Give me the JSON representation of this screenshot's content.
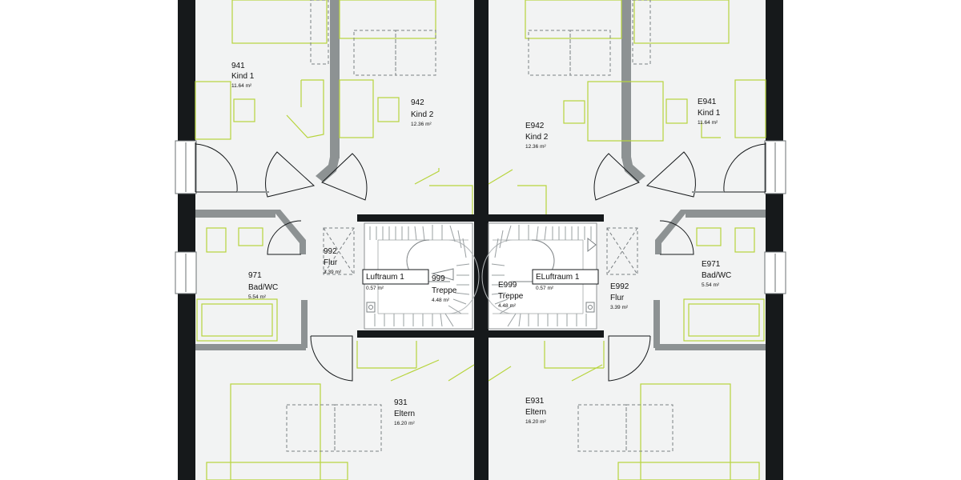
{
  "rooms": {
    "l_kind1": {
      "num": "941",
      "name": "Kind 1",
      "area": "11.64 m²"
    },
    "l_kind2": {
      "num": "942",
      "name": "Kind 2",
      "area": "12.36 m²"
    },
    "l_flur": {
      "num": "992",
      "name": "Flur",
      "area": "3.39 m²"
    },
    "l_bad": {
      "num": "971",
      "name": "Bad/WC",
      "area": "5.54 m²"
    },
    "l_treppe": {
      "num": "999",
      "name": "Treppe",
      "area": "4.48 m²"
    },
    "l_eltern": {
      "num": "931",
      "name": "Eltern",
      "area": "16.20 m²"
    },
    "r_kind1": {
      "num": "E941",
      "name": "Kind 1",
      "area": "11.64 m²"
    },
    "r_kind2": {
      "num": "E942",
      "name": "Kind 2",
      "area": "12.36 m²"
    },
    "r_flur": {
      "num": "E992",
      "name": "Flur",
      "area": "3.39 m²"
    },
    "r_bad": {
      "num": "E971",
      "name": "Bad/WC",
      "area": "5.54 m²"
    },
    "r_treppe": {
      "num": "E999",
      "name": "Treppe",
      "area": "4.48 m²"
    },
    "r_eltern": {
      "num": "E931",
      "name": "Eltern",
      "area": "16.20 m²"
    }
  },
  "voids": {
    "left": {
      "label": "Luftraum 1",
      "area": "0.57 m²"
    },
    "right": {
      "label": "ELuftraum 1",
      "area": "0.57 m²"
    }
  },
  "colors": {
    "floor": "#f2f3f3",
    "outer_wall": "#16191b",
    "inner_wall": "#8d9293",
    "furniture": "#b7d43c",
    "dashed": "#7b8083"
  }
}
